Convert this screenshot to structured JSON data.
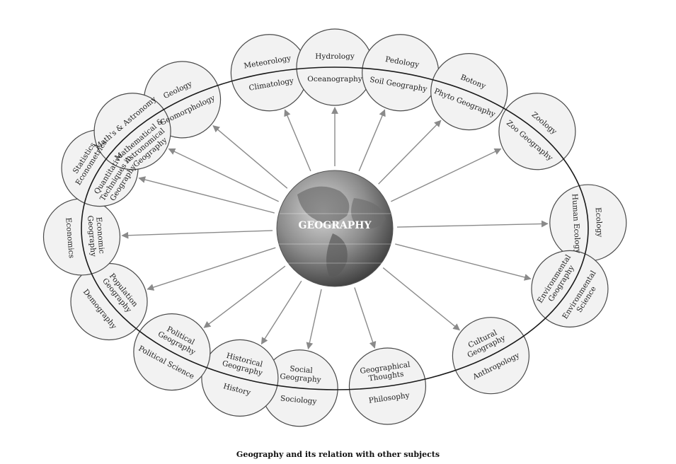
{
  "diagram": {
    "center": {
      "label": "GEOGRAPHY"
    },
    "caption": "Geography and its relation with other subjects",
    "nodes": [
      {
        "id": "geology",
        "outer": [
          "Geology"
        ],
        "inner": [
          "Geomorphology"
        ]
      },
      {
        "id": "meteorology",
        "outer": [
          "Meteorology"
        ],
        "inner": [
          "Climatology"
        ]
      },
      {
        "id": "hydrology",
        "outer": [
          "Hydrology"
        ],
        "inner": [
          "Oceanography"
        ]
      },
      {
        "id": "pedology",
        "outer": [
          "Pedology"
        ],
        "inner": [
          "Soil Geography"
        ]
      },
      {
        "id": "botany",
        "outer": [
          "Botony"
        ],
        "inner": [
          "Phyto Geography"
        ]
      },
      {
        "id": "zoology",
        "outer": [
          "Zoology"
        ],
        "inner": [
          "Zoo Geography"
        ]
      },
      {
        "id": "ecology",
        "outer": [
          "Ecology"
        ],
        "inner": [
          "Human Ecology"
        ]
      },
      {
        "id": "envsci",
        "outer": [
          "Environmental",
          "Science"
        ],
        "inner": [
          "Environmental",
          "Geography"
        ]
      },
      {
        "id": "anthropology",
        "outer": [
          "Anthropology"
        ],
        "inner": [
          "Cultural",
          "Geography"
        ]
      },
      {
        "id": "philosophy",
        "outer": [
          "Philosophy"
        ],
        "inner": [
          "Geographical",
          "Thoughts"
        ]
      },
      {
        "id": "sociology",
        "outer": [
          "Sociology"
        ],
        "inner": [
          "Social",
          "Geography"
        ]
      },
      {
        "id": "history",
        "outer": [
          "History"
        ],
        "inner": [
          "Historical",
          "Geography"
        ]
      },
      {
        "id": "polsci",
        "outer": [
          "Political Science"
        ],
        "inner": [
          "Political",
          "Geography"
        ]
      },
      {
        "id": "demography",
        "outer": [
          "Demography"
        ],
        "inner": [
          "Population",
          "Geography"
        ]
      },
      {
        "id": "economics",
        "outer": [
          "Economics"
        ],
        "inner": [
          "Economic",
          "Geography"
        ]
      },
      {
        "id": "statistics",
        "outer": [
          "Statistics",
          "Econometrics"
        ],
        "inner": [
          "Quantitative",
          "Techniques in",
          "Geography"
        ]
      },
      {
        "id": "maths",
        "outer": [
          "Math's & Astronomy"
        ],
        "inner": [
          "Mathematical &",
          "Astronomical",
          "Geography"
        ]
      }
    ]
  }
}
